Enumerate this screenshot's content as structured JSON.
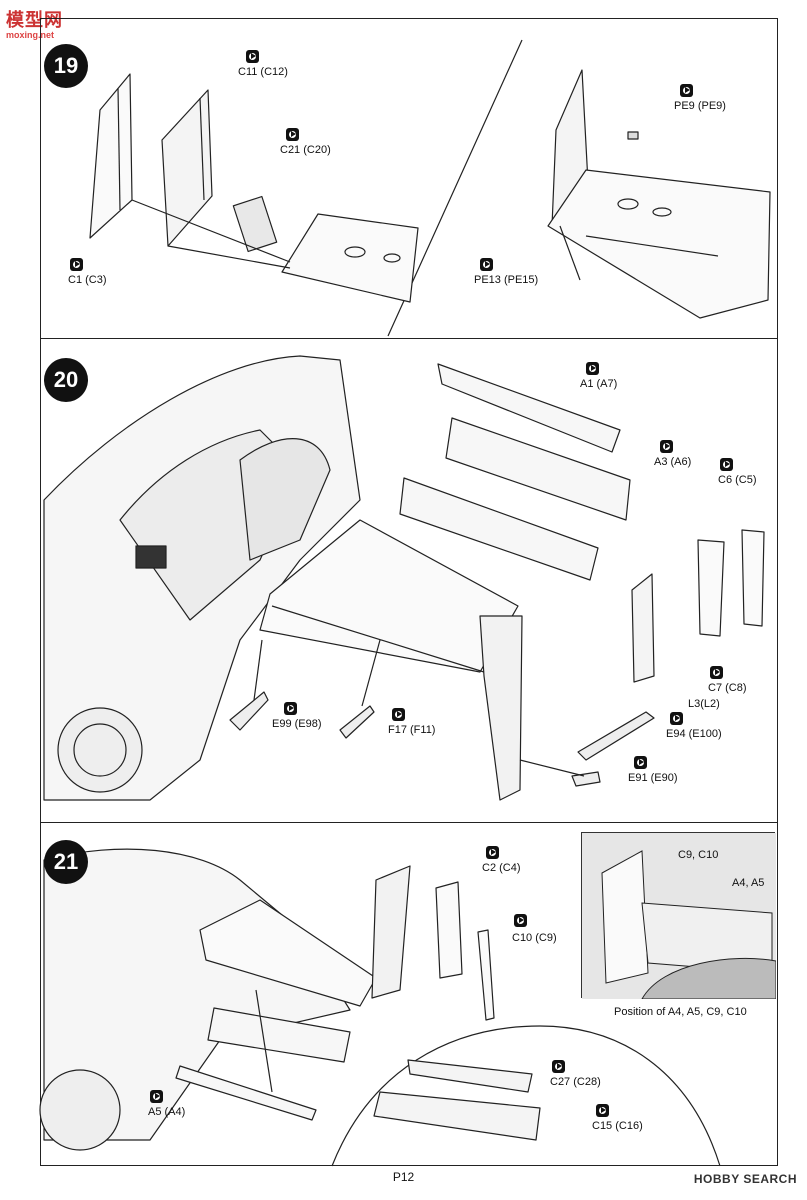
{
  "watermark_top": {
    "line1": "模型网",
    "line2": "moxing.net"
  },
  "steps": [
    "19",
    "20",
    "21"
  ],
  "step19": {
    "labels": [
      "C11 (C12)",
      "C21 (C20)",
      "C1 (C3)",
      "PE9 (PE9)",
      "PE13 (PE15)"
    ]
  },
  "step20": {
    "labels": [
      "A1 (A7)",
      "A3 (A6)",
      "C6 (C5)",
      "C7 (C8)",
      "L3(L2)",
      "E94 (E100)",
      "E91 (E90)",
      "E99 (E98)",
      "F17 (F11)"
    ]
  },
  "step21": {
    "labels": [
      "C2 (C4)",
      "C10 (C9)",
      "A5 (A4)",
      "C27 (C28)",
      "C15 (C16)"
    ],
    "inset_labels": [
      "C9, C10",
      "A4, A5"
    ],
    "inset_caption": "Position of A4, A5, C9, C10"
  },
  "footer": {
    "page": "P12",
    "brand": "HOBBY SEARCH"
  }
}
